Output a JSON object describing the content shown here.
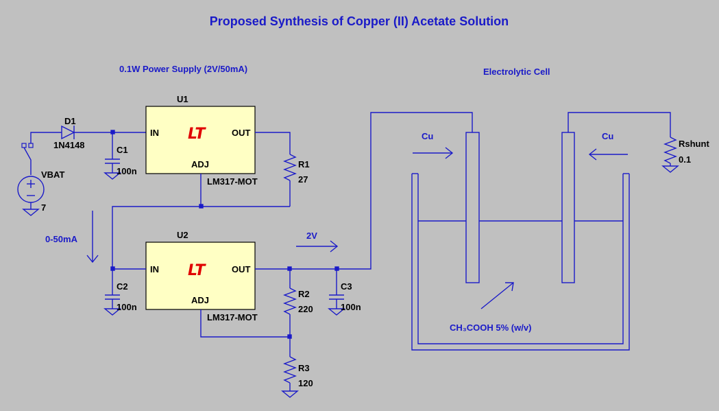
{
  "title": "Proposed Synthesis of Copper (II) Acetate Solution",
  "power_supply_label": "0.1W Power Supply (2V/50mA)",
  "cell_label": "Electrolytic Cell",
  "current_label": "0-50mA",
  "voltage_label": "2V",
  "electrolyte_label": "CH₃COOH 5% (w/v)",
  "electrode_left": "Cu",
  "electrode_right": "Cu",
  "components": {
    "d1": {
      "name": "D1",
      "value": "1N4148"
    },
    "vbat": {
      "name": "VBAT",
      "value": "7"
    },
    "c1": {
      "name": "C1",
      "value": "100n"
    },
    "c2": {
      "name": "C2",
      "value": "100n"
    },
    "c3": {
      "name": "C3",
      "value": "100n"
    },
    "r1": {
      "name": "R1",
      "value": "27"
    },
    "r2": {
      "name": "R2",
      "value": "220"
    },
    "r3": {
      "name": "R3",
      "value": "120"
    },
    "rshunt": {
      "name": "Rshunt",
      "value": "0.1"
    },
    "u1": {
      "name": "U1",
      "part": "LM317-MOT",
      "in": "IN",
      "out": "OUT",
      "adj": "ADJ"
    },
    "u2": {
      "name": "U2",
      "part": "LM317-MOT",
      "in": "IN",
      "out": "OUT",
      "adj": "ADJ"
    }
  },
  "colors": {
    "background": "#c0c0c0",
    "wire": "#1a1ac8",
    "ic_fill": "#ffffc4",
    "logo": "#e00000"
  },
  "icons": {
    "regulator_logo": "lt-logo"
  }
}
